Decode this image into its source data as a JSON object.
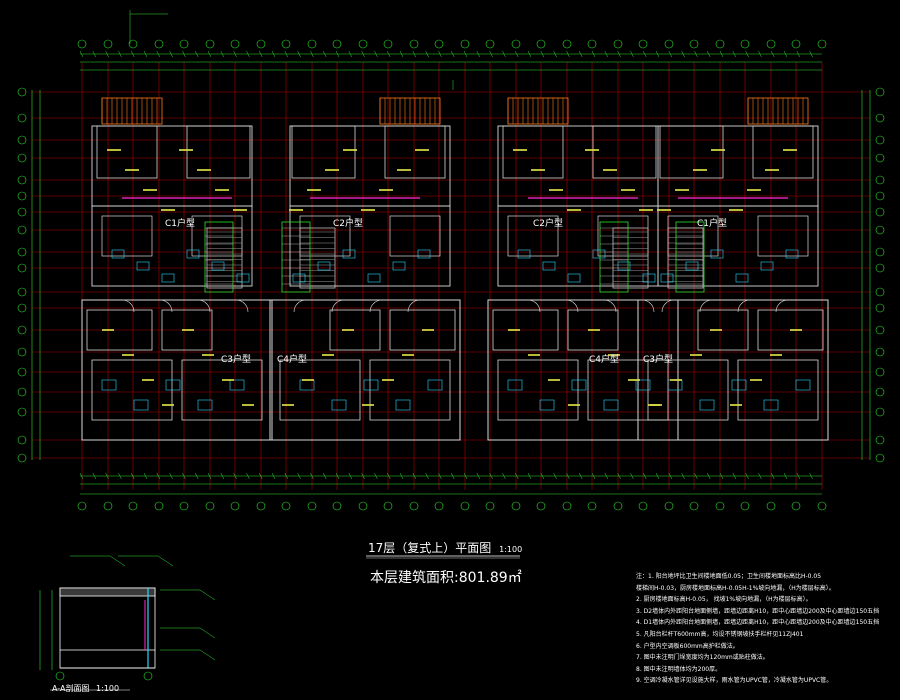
{
  "drawing": {
    "title": "17层（复式上）平面图",
    "scale": "1:100",
    "area_text": "本层建筑面积:801.89㎡",
    "section_title": "A-A剖面图",
    "section_scale": "1:100",
    "unit_types": [
      "C3户型",
      "C4户型",
      "C4户型",
      "C3户型"
    ],
    "unit_types_upper": [
      "C1户型",
      "C2户型",
      "C2户型",
      "C1户型"
    ],
    "notes": [
      "注：1.  阳台地坪比卫生间楼地面低0.05；卫生间楼地面标高比H-0.05",
      "     楼梯间H-0.03，厨房楼地面标高H-0.05H-1%坡向地漏，（H为楼层标高）。",
      "2.  厨房楼地面标高H-0.05，  找坡1%坡向地漏，（H为楼层标高）。",
      "3.  D2墙体内外距阳台地面侧墙，距墙边距离H10，距中心距墙边200及中心距墙边150五挡",
      "4.  D1墙体内外距阳台地面侧墙，距墙边距离H10，距中心距墙边200及中心距墙边150五挡",
      "5.  凡阳台栏杆T600mm高，均设不锈钢坡扶手栏杆见11ZJ401",
      "6.  户型内空调板600mm高护栏做法。",
      "7.  图中未注明门垛宽度均为120mm或贴柱做法。",
      "8.  图中未注明墙体均为200厚。",
      "9.  空调冷凝水管详见设施大样，雨水管为UPVC管，冷凝水管为UPVC管。"
    ]
  }
}
